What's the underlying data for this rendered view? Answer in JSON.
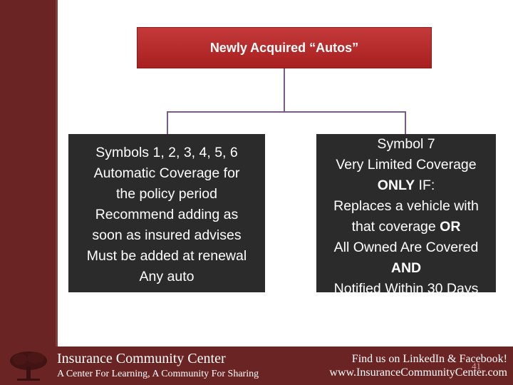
{
  "diagram": {
    "root": "Newly Acquired “Autos”",
    "left_lines": [
      "Symbols 1, 2, 3, 4, 5, 6",
      "Automatic Coverage for",
      "the policy period",
      "Recommend adding as",
      "soon as insured advises",
      "Must be added at renewal",
      "Any auto"
    ],
    "right_lines": [
      {
        "text": "Symbol 7"
      },
      {
        "text": "Very Limited Coverage"
      },
      {
        "bold": "ONLY",
        "text": " IF:"
      },
      {
        "text": "Replaces a vehicle with"
      },
      {
        "text": "that coverage ",
        "bold_after": "OR"
      },
      {
        "text": "All Owned Are Covered"
      },
      {
        "bold": "AND"
      },
      {
        "text": "Notified Within 30 Days"
      }
    ]
  },
  "footer": {
    "title": "Insurance Community Center",
    "subtitle": "A Center For Learning, A Community For Sharing",
    "find_us": "Find us on LinkedIn & Facebook!",
    "url": "www.InsuranceCommunityCenter.com",
    "page_number": "41"
  },
  "colors": {
    "root_box": "#b52a2a",
    "content_box": "#2b2b2b",
    "connector": "#7a5a86",
    "sidebar": "#6a2424"
  }
}
